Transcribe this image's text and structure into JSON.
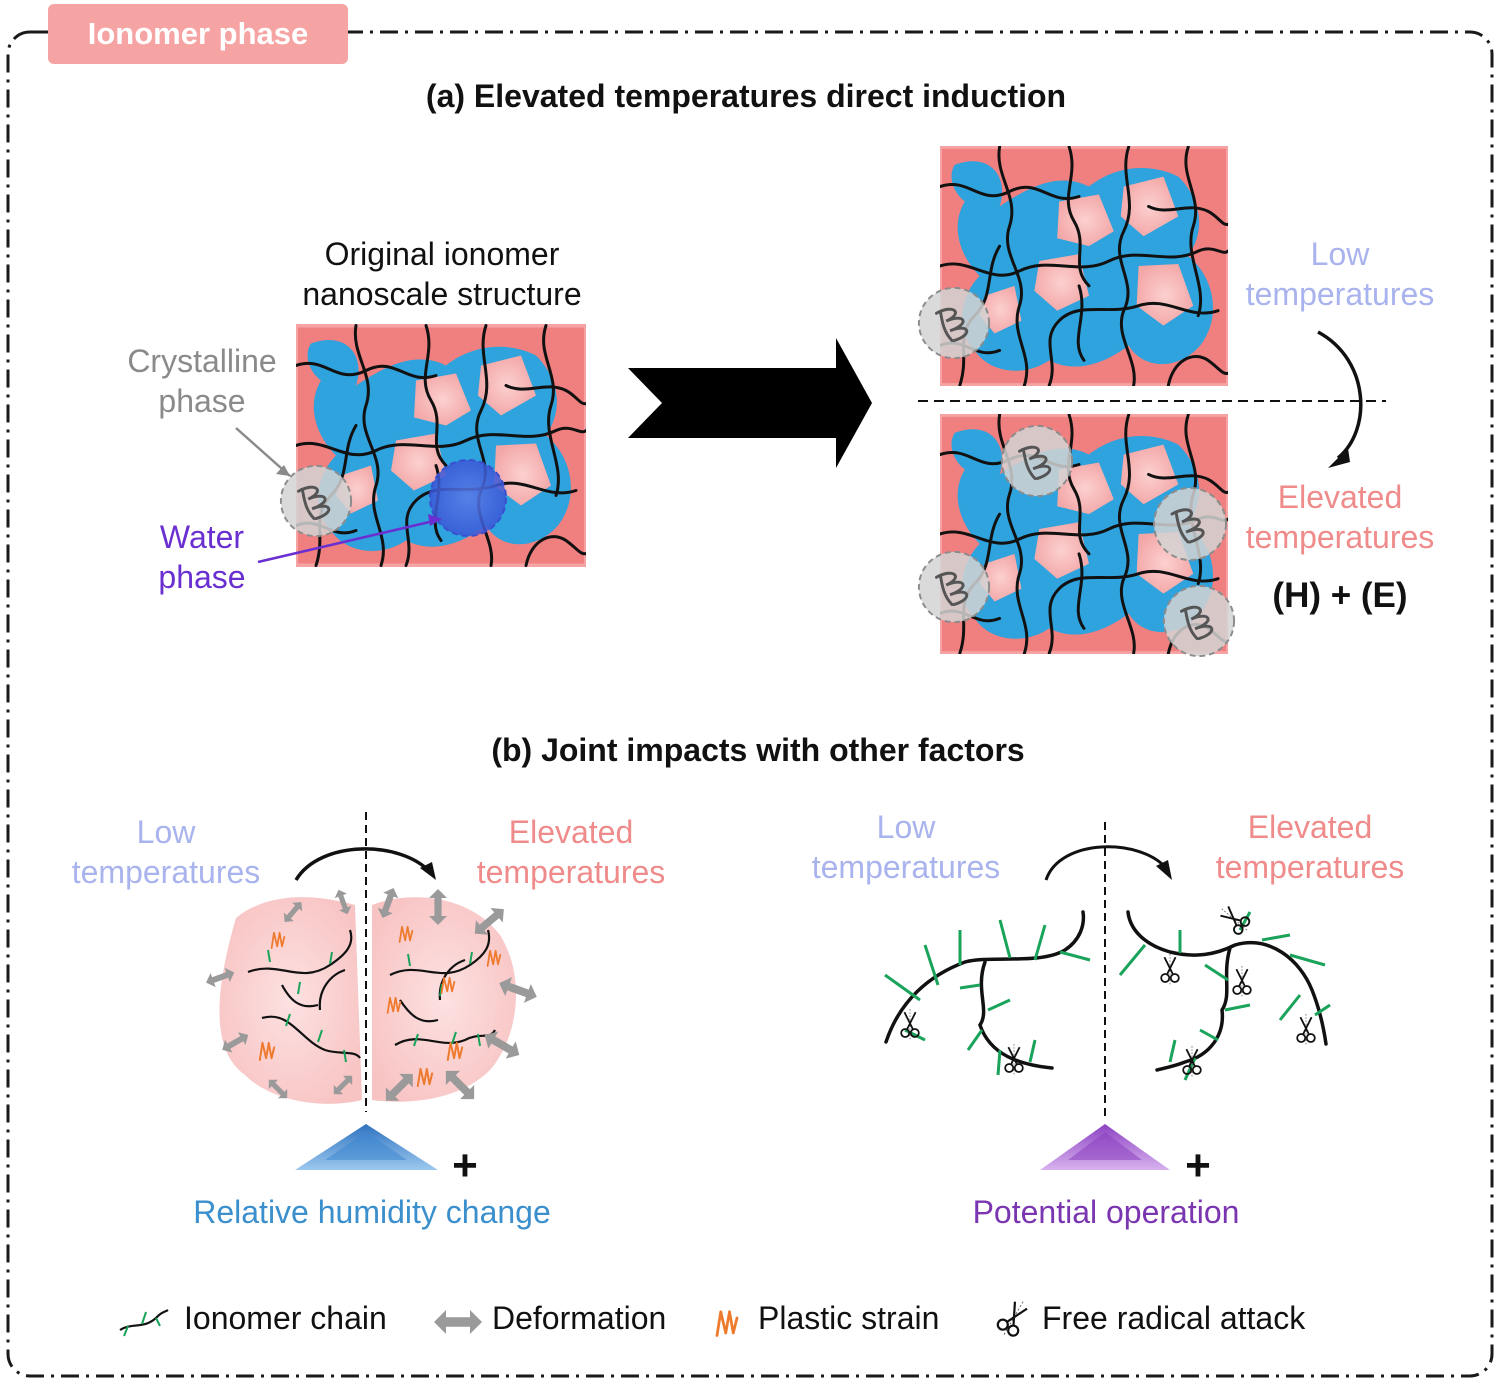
{
  "panel_title": "Ionomer phase",
  "section_a": {
    "heading": "(a) Elevated temperatures direct induction",
    "original_label": [
      "Original ionomer",
      "nanoscale structure"
    ],
    "crystalline_label": [
      "Crystalline",
      "phase"
    ],
    "water_label": [
      "Water",
      "phase"
    ],
    "low_label": [
      "Low",
      "temperatures"
    ],
    "elevated_label": [
      "Elevated",
      "temperatures"
    ],
    "he_label": "(H) + (E)"
  },
  "section_b": {
    "heading": "(b) Joint impacts with other factors",
    "left": {
      "low_label": [
        "Low",
        "temperatures"
      ],
      "elevated_label": [
        "Elevated",
        "temperatures"
      ],
      "factor_label": "Relative humidity change",
      "plus": "+"
    },
    "right": {
      "low_label": [
        "Low",
        "temperatures"
      ],
      "elevated_label": [
        "Elevated",
        "temperatures"
      ],
      "factor_label": "Potential operation",
      "plus": "+"
    }
  },
  "legend": [
    {
      "icon": "ionomer-chain-icon",
      "label": "Ionomer chain"
    },
    {
      "icon": "deformation-icon",
      "label": "Deformation"
    },
    {
      "icon": "plastic-strain-icon",
      "label": "Plastic strain"
    },
    {
      "icon": "free-radical-attack-icon",
      "label": "Free radical attack"
    }
  ],
  "colors": {
    "matrix": "#f07f7f",
    "water_channel": "#2ea3dd",
    "crystal_circle": "#cfcfcf",
    "low_temp_text": "#a9b3ee",
    "elevated_temp_text": "#ef8b8b",
    "water_text": "#6a2fd1",
    "humidity_text": "#3a8fcc",
    "potential_text": "#7a35b0",
    "chain_side": "#1aa35a",
    "strain": "#ee7a2e",
    "arrow_gray": "#9a9a9a"
  }
}
